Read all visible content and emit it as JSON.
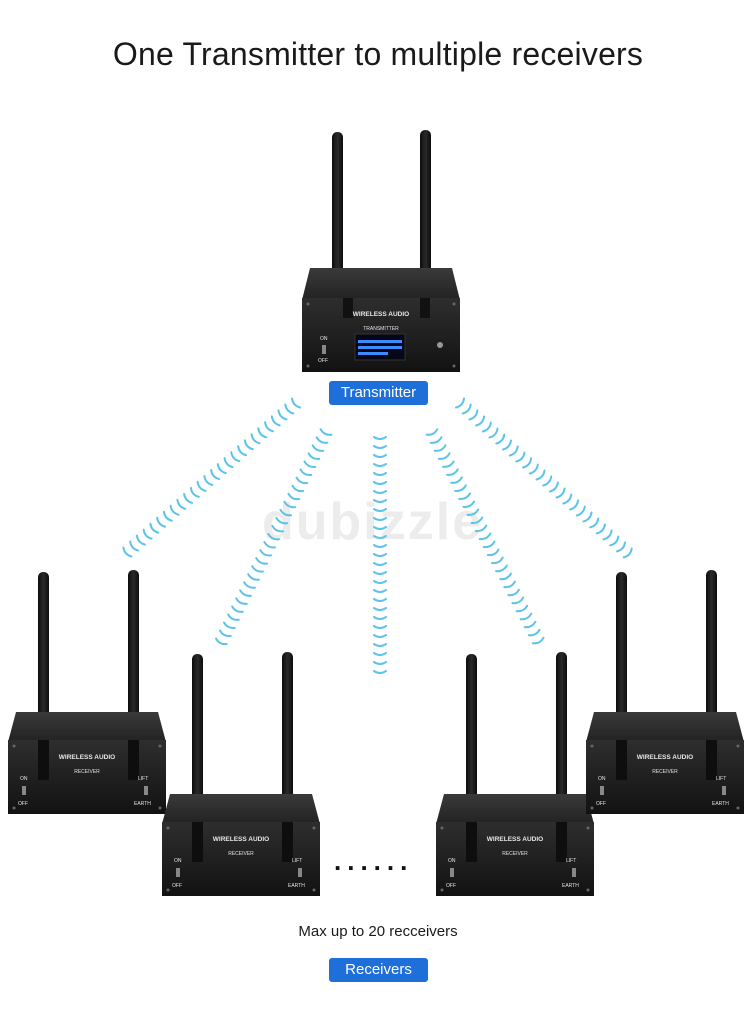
{
  "title": "One Transmitter to multiple receivers",
  "transmitter_label": "Transmitter",
  "receivers_label": "Receivers",
  "caption": "Max up to 20 recceivers",
  "ellipsis": "......",
  "watermark": "dubizzle",
  "device": {
    "brand": "WIRELESS AUDIO",
    "transmitter_model": "TRANSMITTER",
    "receiver_model": "RECEIVER",
    "on": "ON",
    "off": "OFF",
    "lift": "LIFT",
    "earth": "EARTH"
  },
  "colors": {
    "badge": "#1e6fd9",
    "wave": "#5cc3ea",
    "device_body": "#1b1b1b"
  }
}
